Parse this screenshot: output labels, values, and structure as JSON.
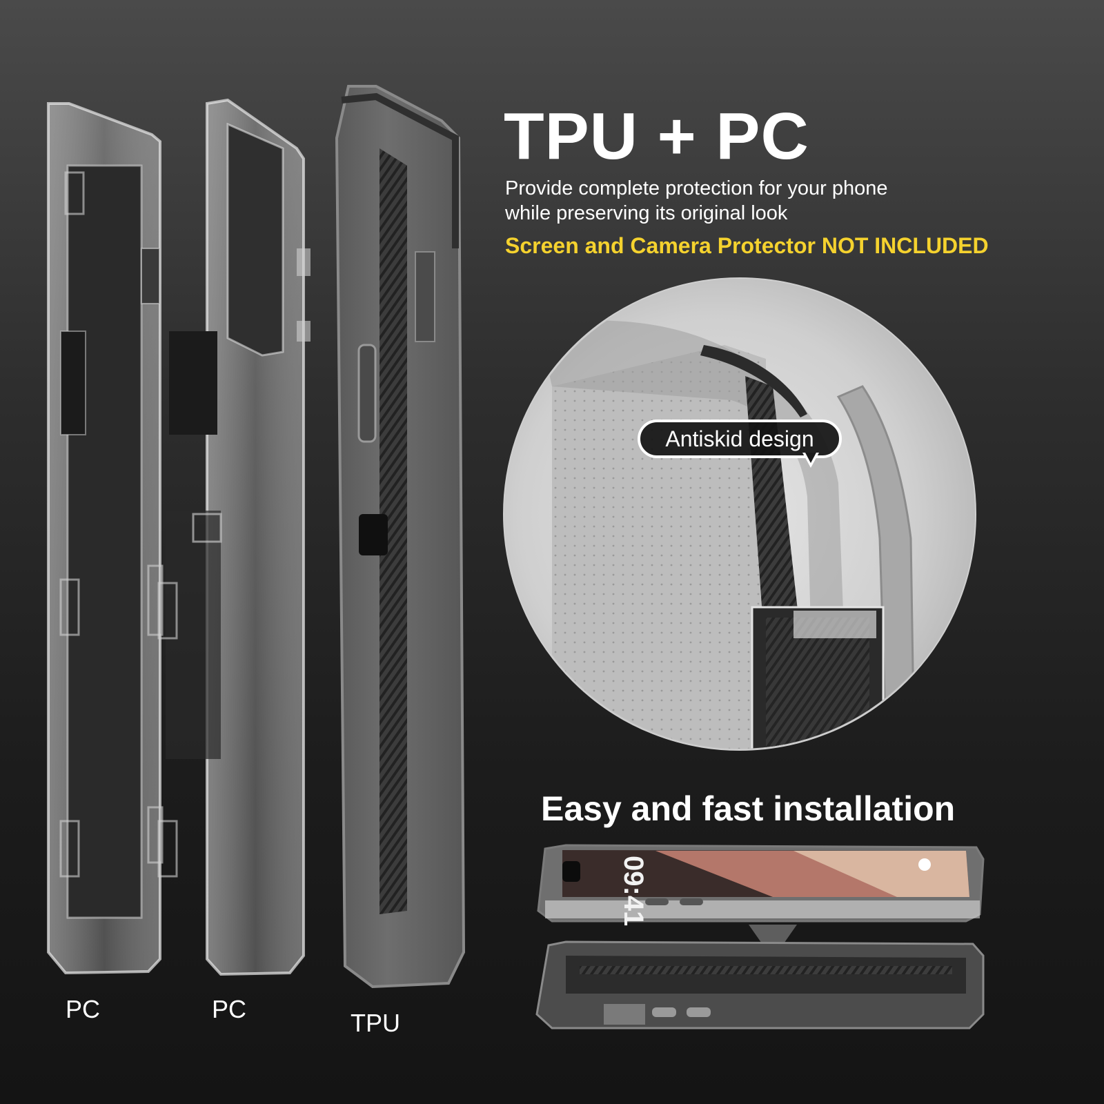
{
  "heading": {
    "title": "TPU + PC",
    "subtitle_line1": "Provide complete protection for your phone",
    "subtitle_line2": "while preserving its original look",
    "warning": "Screen and Camera Protector NOT INCLUDED",
    "warning_color": "#f5d22e"
  },
  "parts": {
    "pc_front_label": "PC",
    "pc_back_label": "PC",
    "tpu_label": "TPU"
  },
  "detail": {
    "callout": "Antiskid design"
  },
  "installation": {
    "title": "Easy and fast installation",
    "phone_time": "09:41"
  }
}
